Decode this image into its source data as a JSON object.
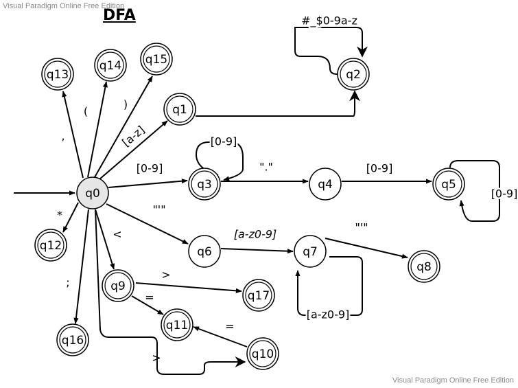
{
  "watermark": {
    "top": "Visual Paradigm Online Free Edition",
    "bottom": "Visual Paradigm Online Free Edition"
  },
  "title": "DFA",
  "states": [
    {
      "id": "q0",
      "label": "q0",
      "accepting": false,
      "start": true
    },
    {
      "id": "q1",
      "label": "q1",
      "accepting": true
    },
    {
      "id": "q2",
      "label": "q2",
      "accepting": true
    },
    {
      "id": "q3",
      "label": "q3",
      "accepting": true
    },
    {
      "id": "q4",
      "label": "q4",
      "accepting": false
    },
    {
      "id": "q5",
      "label": "q5",
      "accepting": true
    },
    {
      "id": "q6",
      "label": "q6",
      "accepting": false
    },
    {
      "id": "q7",
      "label": "q7",
      "accepting": false
    },
    {
      "id": "q8",
      "label": "q8",
      "accepting": true
    },
    {
      "id": "q9",
      "label": "q9",
      "accepting": true
    },
    {
      "id": "q10",
      "label": "q10",
      "accepting": true
    },
    {
      "id": "q11",
      "label": "q11",
      "accepting": true
    },
    {
      "id": "q12",
      "label": "q12",
      "accepting": true
    },
    {
      "id": "q13",
      "label": "q13",
      "accepting": true
    },
    {
      "id": "q14",
      "label": "q14",
      "accepting": true
    },
    {
      "id": "q15",
      "label": "q15",
      "accepting": true
    },
    {
      "id": "q16",
      "label": "q16",
      "accepting": true
    },
    {
      "id": "q17",
      "label": "q17",
      "accepting": true
    }
  ],
  "transitions": [
    {
      "from": "q0",
      "to": "q13",
      "label": ","
    },
    {
      "from": "q0",
      "to": "q14",
      "label": "("
    },
    {
      "from": "q0",
      "to": "q15",
      "label": ")"
    },
    {
      "from": "q0",
      "to": "q1",
      "label": "[a-z]"
    },
    {
      "from": "q1",
      "to": "q2",
      "label": ""
    },
    {
      "from": "q2",
      "to": "q2",
      "label": "#_$0-9a-z"
    },
    {
      "from": "q0",
      "to": "q3",
      "label": "[0-9]"
    },
    {
      "from": "q3",
      "to": "q3",
      "label": "[0-9]"
    },
    {
      "from": "q3",
      "to": "q4",
      "label": "\".\""
    },
    {
      "from": "q4",
      "to": "q5",
      "label": "[0-9]"
    },
    {
      "from": "q5",
      "to": "q5",
      "label": "[0-9]"
    },
    {
      "from": "q0",
      "to": "q6",
      "label": "\"'\""
    },
    {
      "from": "q6",
      "to": "q7",
      "label": "[a-z0-9]"
    },
    {
      "from": "q7",
      "to": "q7",
      "label": "[a-z0-9]"
    },
    {
      "from": "q7",
      "to": "q8",
      "label": "\"'\""
    },
    {
      "from": "q0",
      "to": "q12",
      "label": "*"
    },
    {
      "from": "q0",
      "to": "q9",
      "label": "<"
    },
    {
      "from": "q9",
      "to": "q17",
      "label": ">"
    },
    {
      "from": "q9",
      "to": "q11",
      "label": "="
    },
    {
      "from": "q10",
      "to": "q11",
      "label": "="
    },
    {
      "from": "q0",
      "to": "q16",
      "label": ";"
    },
    {
      "from": "q0",
      "to": "q10",
      "label": ">"
    }
  ]
}
